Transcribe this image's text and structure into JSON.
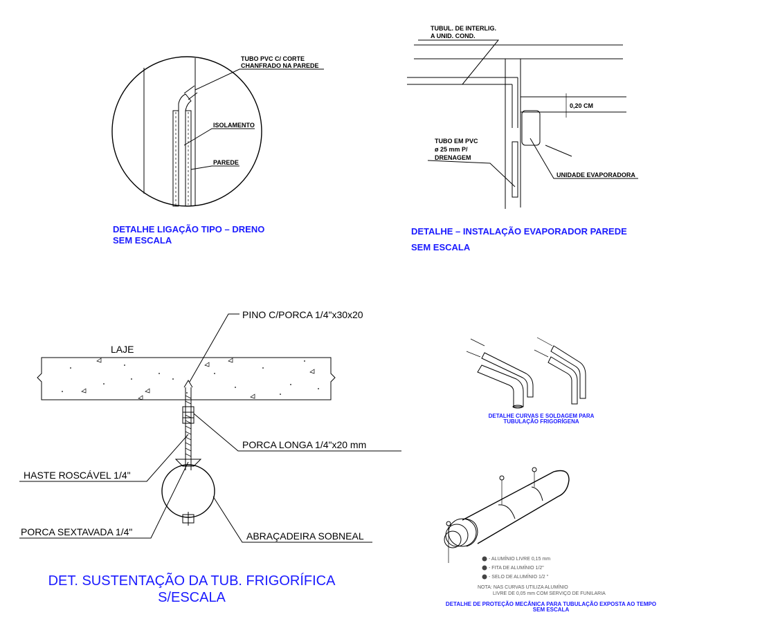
{
  "detail_dreno": {
    "label_tubo_line1": "TUBO PVC C/ CORTE",
    "label_tubo_line2": "CHANFRADO NA PAREDE",
    "label_isolamento": "ISOLAMENTO",
    "label_parede": "PAREDE",
    "title_line1": "DETALHE LIGAÇÃO TIPO – DRENO",
    "title_line2": "SEM ESCALA"
  },
  "detail_evaporador": {
    "label_tubul_line1": "TUBUL. DE INTERLIG.",
    "label_tubul_line2": "A UNID. COND.",
    "label_dim": "0,20 CM",
    "label_tubo_line1": "TUBO EM PVC",
    "label_tubo_line2": "ø 25 mm P/",
    "label_tubo_line3": "DRENAGEM",
    "label_unidade": "UNIDADE EVAPORADORA",
    "title_line1": "DETALHE – INSTALAÇÃO EVAPORADOR PAREDE",
    "title_line2": "SEM ESCALA"
  },
  "detail_sustentacao": {
    "label_pino": "PINO C/PORCA 1/4\"x30x20",
    "label_laje": "LAJE",
    "label_porca_longa": "PORCA LONGA 1/4\"x20 mm",
    "label_haste": "HASTE ROSCÁVEL 1/4\"",
    "label_porca_sext": "PORCA SEXTAVADA 1/4\"",
    "label_abracadeira": "ABRAÇADEIRA SOBNEAL",
    "title_line1": "DET. SUSTENTAÇÃO DA TUB. FRIGORÍFICA",
    "title_line2": "S/ESCALA"
  },
  "detail_curvas": {
    "title_line1": "DETALHE CURVAS E SOLDAGEM PARA",
    "title_line2": "TUBULAÇÃO FRIGORÍGENA"
  },
  "detail_protecao": {
    "legend_1": "- ALUMÍNIO LIVRE 0,15 mm",
    "legend_2": "- FITA DE ALUMÍNIO 1/2\"",
    "legend_3": "- SELO DE ALUMÍNIO 1/2 \"",
    "note_line1": "NOTA: NAS CURVAS UTILIZA ALUMÍNIO",
    "note_line2": "LIVRE DE 0,05 mm COM SERVIÇO DE FUNILARIA",
    "title_line1": "DETALHE DE PROTEÇÃO MECÂNICA PARA TUBULAÇÃO EXPOSTA AO TEMPO",
    "title_line2": "SEM ESCALA"
  },
  "colors": {
    "line": "#000000",
    "title": "#1a1aff"
  }
}
